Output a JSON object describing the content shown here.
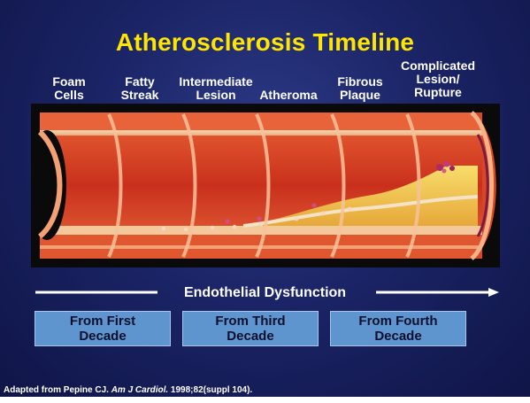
{
  "title": "Atherosclerosis Timeline",
  "stages": [
    {
      "line1": "Foam",
      "line2": "Cells"
    },
    {
      "line1": "Fatty",
      "line2": "Streak"
    },
    {
      "line1": "Intermediate",
      "line2": "Lesion"
    },
    {
      "line1": "",
      "line2": "Atheroma"
    },
    {
      "line1": "Fibrous",
      "line2": "Plaque"
    },
    {
      "line0": "Complicated",
      "line1": "Lesion/",
      "line2": "Rupture"
    }
  ],
  "progression_label": "Endothelial Dysfunction",
  "decades": [
    {
      "line1": "From First",
      "line2": "Decade"
    },
    {
      "line1": "From Third",
      "line2": "Decade"
    },
    {
      "line1": "From Fourth",
      "line2": "Decade"
    }
  ],
  "citation": {
    "prefix": "Adapted from Pepine CJ. ",
    "journal": "Am J Cardiol.",
    "suffix": " 1998;82(suppl 104)."
  },
  "colors": {
    "background": "#1b2466",
    "title": "#ffe600",
    "decade_box": "#5f95cf",
    "vessel_wall": "#d9442a",
    "plaque": "#f2c64a"
  }
}
